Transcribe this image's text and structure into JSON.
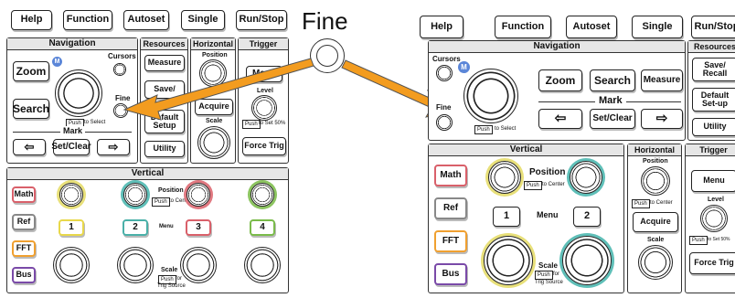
{
  "callout": {
    "label": "Fine"
  },
  "left": {
    "top_buttons": [
      "Help",
      "Function",
      "Autoset",
      "Single",
      "Run/Stop"
    ],
    "navigation": {
      "title": "Navigation",
      "zoom": "Zoom",
      "search": "Search",
      "cursors": "Cursors",
      "fine": "Fine",
      "m_badge": "M",
      "push": "Push",
      "to_select": "to Select",
      "mark": "Mark",
      "set_clear": "Set/Clear",
      "prev": "⇦",
      "next": "⇨"
    },
    "resources": {
      "title": "Resources",
      "measure": "Measure",
      "save": "Save/",
      "default_setup": "Default\nSetup",
      "utility": "Utility"
    },
    "horizontal": {
      "title": "Horizontal",
      "position": "Position",
      "acquire": "Acquire",
      "scale": "Scale"
    },
    "trigger": {
      "title": "Trigger",
      "menu": "Menu",
      "level": "Level",
      "push": "Push",
      "to_set": "to Set 50%",
      "force": "Force Trig"
    },
    "vertical": {
      "title": "Vertical",
      "math": "Math",
      "ref": "Ref",
      "fft": "FFT",
      "bus": "Bus",
      "position": "Position",
      "push_center": "Push",
      "to_center": "to Center",
      "menu": "Menu",
      "ch": [
        "1",
        "2",
        "3",
        "4"
      ],
      "scale": "Scale",
      "push_for": "Push",
      "for": "for",
      "trig_source": "Trig Source"
    }
  },
  "right": {
    "top_buttons": [
      "Help",
      "Function",
      "Autoset",
      "Single",
      "Run/Stop"
    ],
    "navigation": {
      "title": "Navigation",
      "cursors": "Cursors",
      "fine": "Fine",
      "m_badge": "M",
      "zoom": "Zoom",
      "search": "Search",
      "measure": "Measure",
      "mark": "Mark",
      "set_clear": "Set/Clear",
      "prev": "⇦",
      "next": "⇨",
      "push": "Push",
      "to_select": "to Select"
    },
    "resources": {
      "title": "Resources",
      "save_recall": "Save/\nRecall",
      "default_setup": "Default\nSet-up",
      "utility": "Utility"
    },
    "vertical": {
      "title": "Vertical",
      "math": "Math",
      "ref": "Ref",
      "fft": "FFT",
      "bus": "Bus",
      "position": "Position",
      "push": "Push",
      "to_center": "to Center",
      "menu": "Menu",
      "ch1": "1",
      "ch2": "2",
      "scale": "Scale",
      "push_for": "Push",
      "for": "for",
      "trig_source": "Trig Source"
    },
    "horizontal": {
      "title": "Horizontal",
      "position": "Position",
      "push": "Push",
      "to_center": "to Center",
      "acquire": "Acquire",
      "scale": "Scale"
    },
    "trigger": {
      "title": "Trigger",
      "menu": "Menu",
      "level": "Level",
      "push": "Push",
      "to_set": "to Set 50%",
      "force": "Force Trig"
    }
  },
  "colors": {
    "arrow": "#f39c1f",
    "arrow_edge": "#555555"
  }
}
